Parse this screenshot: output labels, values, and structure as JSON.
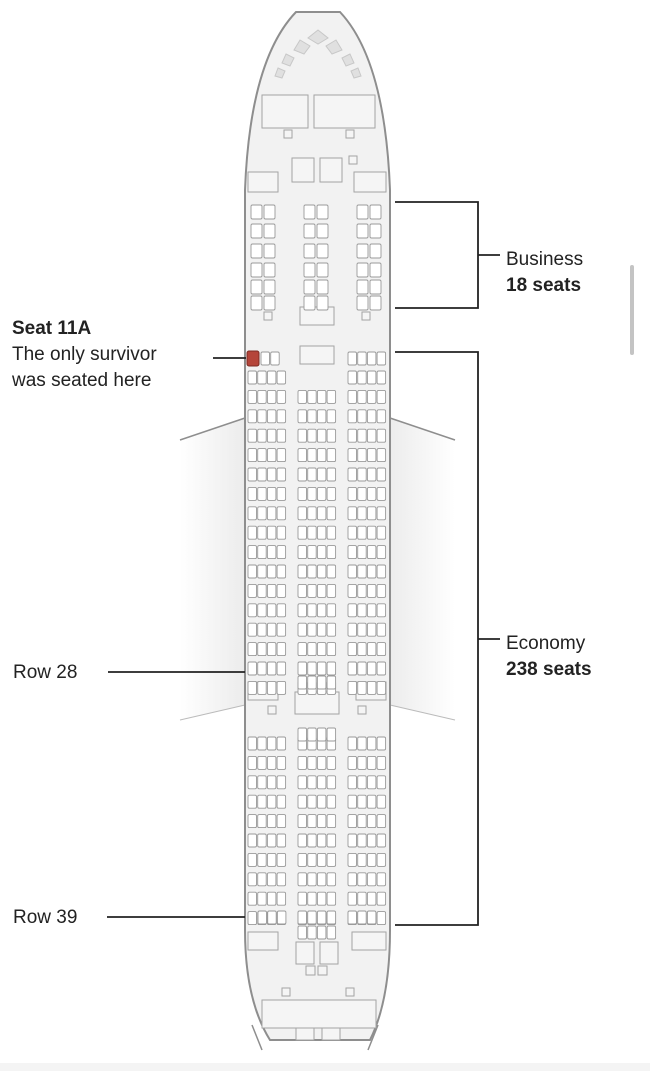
{
  "highlighted_seat": {
    "title": "Seat 11A",
    "line1": "The only survivor",
    "line2": "was seated here",
    "color": "#b5453a"
  },
  "row_markers": {
    "row28": "Row 28",
    "row39": "Row 39"
  },
  "cabins": {
    "business": {
      "name": "Business",
      "seats": "18 seats"
    },
    "economy": {
      "name": "Economy",
      "seats": "238 seats"
    }
  },
  "colors": {
    "fuselage": "#f2f2f2",
    "fuselage_outline": "#8e8e8e",
    "seat": "#ffffff",
    "seat_outline": "#9a9a9a",
    "leader_line": "#222222"
  }
}
